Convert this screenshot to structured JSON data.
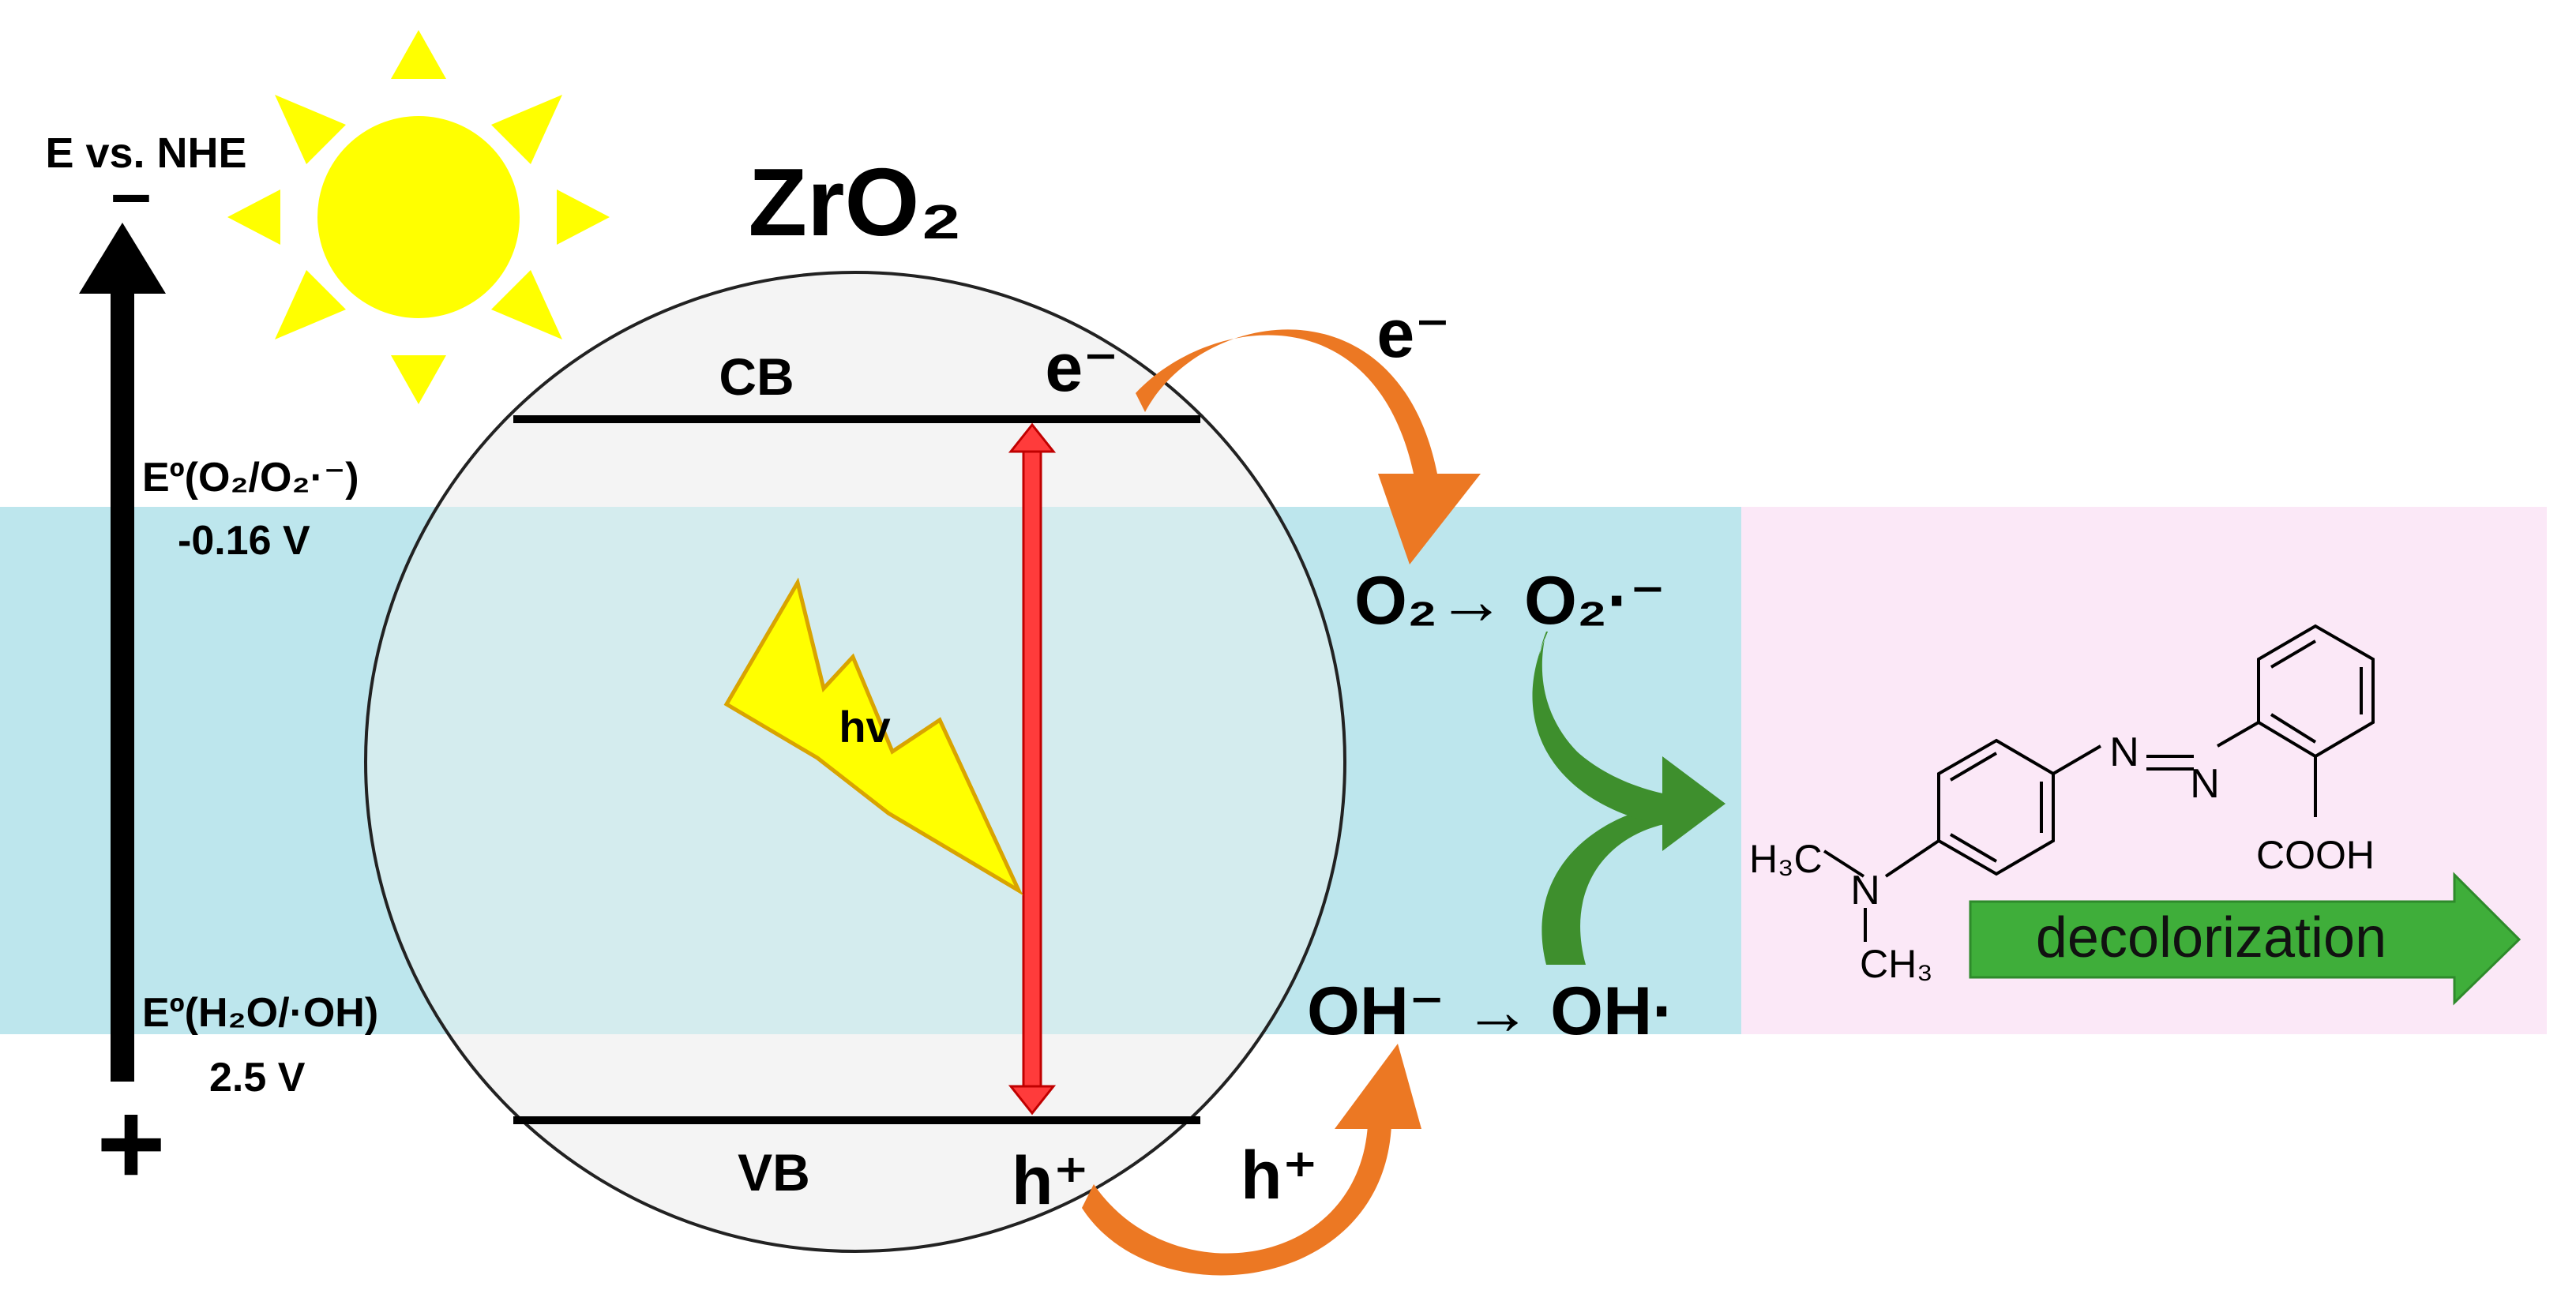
{
  "title": "ZrO₂",
  "axis": {
    "label": "E vs. NHE",
    "top_sign": "–",
    "bottom_sign": "+"
  },
  "band_labels": {
    "cb": "CB",
    "vb": "VB"
  },
  "carriers": {
    "electron_in_cb": "e⁻",
    "electron_transfer": "e⁻",
    "hole_in_vb": "h⁺",
    "hole_transfer": "h⁺"
  },
  "potentials": {
    "superoxide_label": "Eº(O₂/O₂·⁻)",
    "superoxide_value": "-0.16 V",
    "hydroxyl_label": "Eº(H₂O/·OH)",
    "hydroxyl_value": "2.5 V"
  },
  "photon_label": "hv",
  "reactions": {
    "oxygen_reduction": "O₂→ O₂·⁻",
    "hydroxide_oxidation": "OH⁻ → OH·"
  },
  "dye": {
    "h3c": "H₃C",
    "n_amine": "N",
    "ch3": "CH₃",
    "azo_n1": "N",
    "azo_n2": "N",
    "cooh": "COOH"
  },
  "process_label": "decolorization",
  "colors": {
    "redox_window": "#bde6ed",
    "dye_panel": "#fbe8f7",
    "sun": "#ffff00",
    "lightning": "#ffff00",
    "lightning_stroke": "#d9a400",
    "excitation_arrow": "#ff3b3b",
    "transfer_arrow": "#ec7823",
    "product_arrow": "#3e8f2d",
    "decolorization_arrow": "#3fae3a"
  }
}
